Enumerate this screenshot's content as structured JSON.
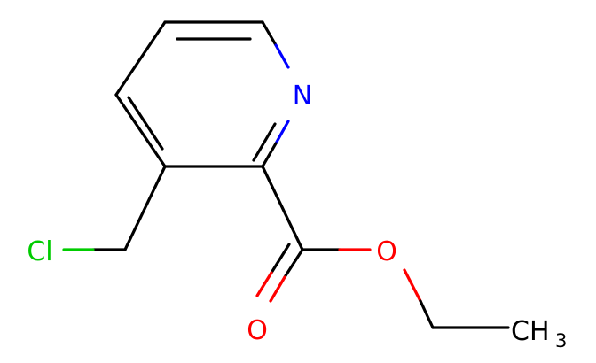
{
  "molecule": {
    "atoms": {
      "nitrogen": "N",
      "chlorine": "Cl",
      "carbonyl_oxygen": "O",
      "ester_oxygen": "O",
      "methyl": "CH",
      "methyl_subscript": "3"
    },
    "colors": {
      "carbon_bond": "#000000",
      "nitrogen": "#0000ff",
      "chlorine": "#00cc00",
      "oxygen": "#ff0000",
      "background": "#ffffff"
    }
  }
}
